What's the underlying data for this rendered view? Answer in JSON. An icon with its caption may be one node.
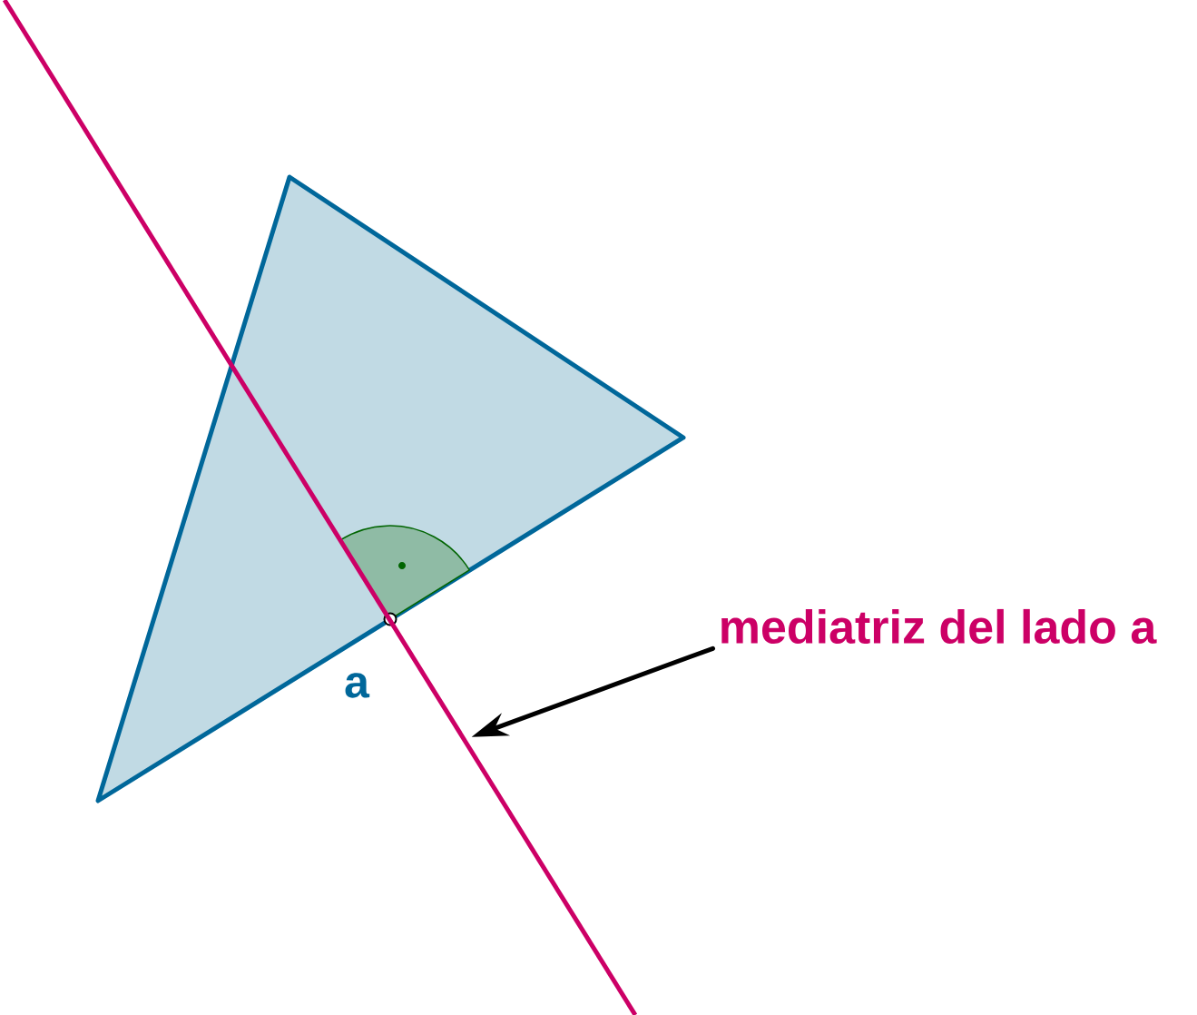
{
  "diagram": {
    "nodes": [
      {
        "text": [
          "mediatriz del lado a"
        ]
      },
      {
        "text": [],
        "shape": "line"
      }
    ],
    "edges": [
      {
        "from": 0,
        "to": 1,
        "arrow": "to"
      }
    ],
    "labels": [
      "a"
    ]
  }
}
